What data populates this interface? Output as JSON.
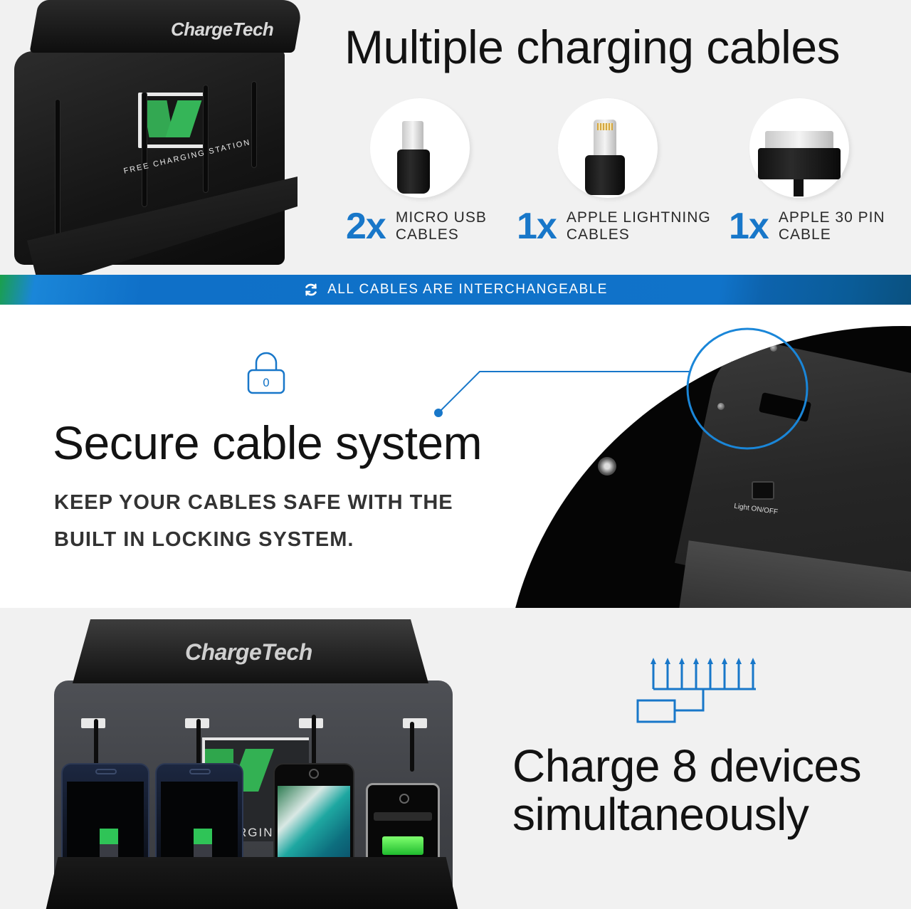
{
  "colors": {
    "accent_blue": "#1877c9",
    "banner_blue": "#1073c9",
    "banner_green": "#1aa04a",
    "heading_text": "#121212",
    "body_text": "#333333",
    "battery_green": "#33b153"
  },
  "section_cables": {
    "title": "Multiple charging cables",
    "product": {
      "brand_logo": "ChargeTech",
      "panel_text": "FREE CHARGING STATION"
    },
    "connectors": [
      {
        "icon": "micro-usb-connector-icon",
        "count": "2x",
        "label_line1": "MICRO USB",
        "label_line2": "CABLES"
      },
      {
        "icon": "apple-lightning-connector-icon",
        "count": "1x",
        "label_line1": "APPLE LIGHTNING",
        "label_line2": "CABLES"
      },
      {
        "icon": "apple-30-pin-connector-icon",
        "count": "1x",
        "label_line1": "APPLE 30 PIN",
        "label_line2": "CABLE"
      }
    ],
    "banner": {
      "icon": "refresh-icon",
      "text": "ALL CABLES ARE INTERCHANGEABLE"
    }
  },
  "section_secure": {
    "icon": "padlock-icon",
    "lock_glyph": "0",
    "title": "Secure cable system",
    "subtitle_line1": "KEEP YOUR CABLES SAFE WITH THE",
    "subtitle_line2": "BUILT IN LOCKING SYSTEM.",
    "photo": {
      "switch_label": "Light ON/OFF"
    }
  },
  "section_devices": {
    "icon": "fan-out-charging-icon",
    "title_line1": "Charge 8 devices",
    "title_line2": "simultaneously",
    "product": {
      "brand_logo": "ChargeTech",
      "panel_text_fragment": "RGIN"
    }
  }
}
